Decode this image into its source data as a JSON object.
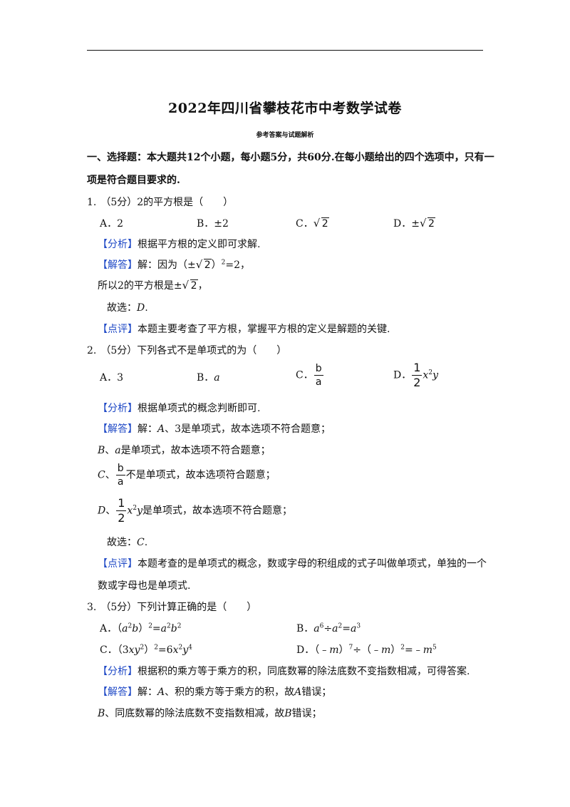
{
  "doc": {
    "title": "2022年四川省攀枝花市中考数学试卷",
    "subtitle": "参考答案与试题解析",
    "section1_line1": "一、选择题：本大题共12个小题，每小题5分，共60分.在每小题给出的四个选项中，只有一",
    "section1_line2": "项是符合题目要求的."
  },
  "q1": {
    "num": "1.",
    "stem": "（5分）2的平方根是（　　）",
    "optA": "A．2",
    "optB": "B．±2",
    "optC_label": "C．",
    "optC_rad": "2",
    "optD_label": "D．",
    "optD_pm": "±",
    "optD_rad": "2",
    "tag_analysis": "【分析】",
    "analysis": "根据平方根的定义即可求解.",
    "tag_answer": "【解答】",
    "ans1_a": "解：因为（±",
    "ans1_rad": "2",
    "ans1_b": "）",
    "ans1_sup": "2",
    "ans1_c": "=2，",
    "ans2_a": "所以2的平方根是±",
    "ans2_rad": "2",
    "ans2_b": "，",
    "choose_a": "故选：",
    "choose_b": "D",
    "choose_c": ".",
    "tag_comment": "【点评】",
    "comment": "本题主要考查了平方根，掌握平方根的定义是解题的关键."
  },
  "q2": {
    "num": "2.",
    "stem": "（5分）下列各式不是单项式的为（　　）",
    "optA": "A．3",
    "optB_label": "B．",
    "optB_var": "a",
    "optC_label": "C．",
    "frac_ba_n": "b",
    "frac_ba_d": "a",
    "optD_label": "D．",
    "frac_half_n": "1",
    "frac_half_d": "2",
    "x": "x",
    "sq": "2",
    "y": "y",
    "tag_analysis": "【分析】",
    "analysis": "根据单项式的概念判断即可.",
    "tag_answer": "【解答】",
    "ansA_a": "解：",
    "ansA_b": "A",
    "ansA_c": "、3是单项式，故本选项不符合题意；",
    "ansB_a": "B",
    "ansB_b": "、",
    "ansB_c": "a",
    "ansB_d": "是单项式，故本选项不符合题意；",
    "ansC_a": "C",
    "ansC_b": "、",
    "ansC_c": "不是单项式，故本选项符合题意；",
    "ansD_a": "D",
    "ansD_b": "、",
    "ansD_c": "是单项式，故本选项不符合题意；",
    "choose_a": "故选：",
    "choose_b": "C",
    "choose_c": ".",
    "tag_comment": "【点评】",
    "comment1": "本题考查的是单项式的概念，数或字母的积组成的式子叫做单项式，单独的一个",
    "comment2": "数或字母也是单项式."
  },
  "q3": {
    "num": "3.",
    "stem": "（5分）下列计算正确的是（　　）",
    "optA_label": "A．",
    "optB_label": "B．",
    "optC_label": "C．",
    "optD_label": "D．",
    "tag_analysis": "【分析】",
    "analysis": "根据积的乘方等于乘方的积，同底数幂的除法底数不变指数相减，可得答案.",
    "tag_answer": "【解答】",
    "ansA_a": "解：",
    "ansA_b": "A",
    "ansA_c": "、积的乘方等于乘方的积，故",
    "ansA_d": "A",
    "ansA_e": "错误；",
    "ansB_a": "B",
    "ansB_b": "、同底数幂的除法底数不变指数相减，故",
    "ansB_c": "B",
    "ansB_d": "错误；"
  }
}
